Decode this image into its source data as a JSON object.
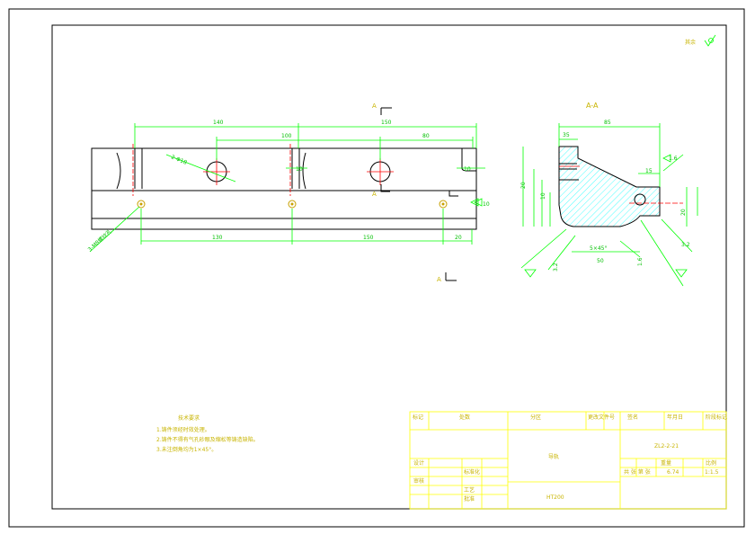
{
  "surface_finish": "其余",
  "section_label": "A-A",
  "cut_label": "A",
  "front_view": {
    "dims_top": [
      "140",
      "150",
      "100",
      "80"
    ],
    "dims_side": [
      "10",
      "10",
      "10"
    ],
    "dims_bottom": [
      "130",
      "150",
      "20"
    ],
    "hole_callout": "2-Φ18",
    "tapped_callout": "3-M8螺纹孔"
  },
  "section_view": {
    "dims": [
      "85",
      "35",
      "20",
      "10",
      "15",
      "20",
      "5×45°",
      "50"
    ],
    "roughness": [
      "3.2",
      "1.6",
      "3.2",
      "1.6"
    ]
  },
  "notes": {
    "title": "技术要求",
    "items": [
      "1.铸件须经时效处理。",
      "2.铸件不得有气孔砂眼及缩松等铸造缺陷。",
      "3.未注倒角均为1×45°。"
    ]
  },
  "title_block": {
    "part_name": "导轨",
    "material": "HT200",
    "drawing_no": "ZL2-2-21",
    "weight": "6.74",
    "scale": "1:1.5",
    "header_cells": [
      "标记",
      "处数",
      "分区",
      "更改文件号",
      "签名",
      "年月日",
      "阶段标记",
      "重量",
      "比例"
    ],
    "left_cells": [
      "设计",
      "标准化",
      "审核",
      "工艺",
      "批准"
    ],
    "count": "共 张 第 张"
  }
}
